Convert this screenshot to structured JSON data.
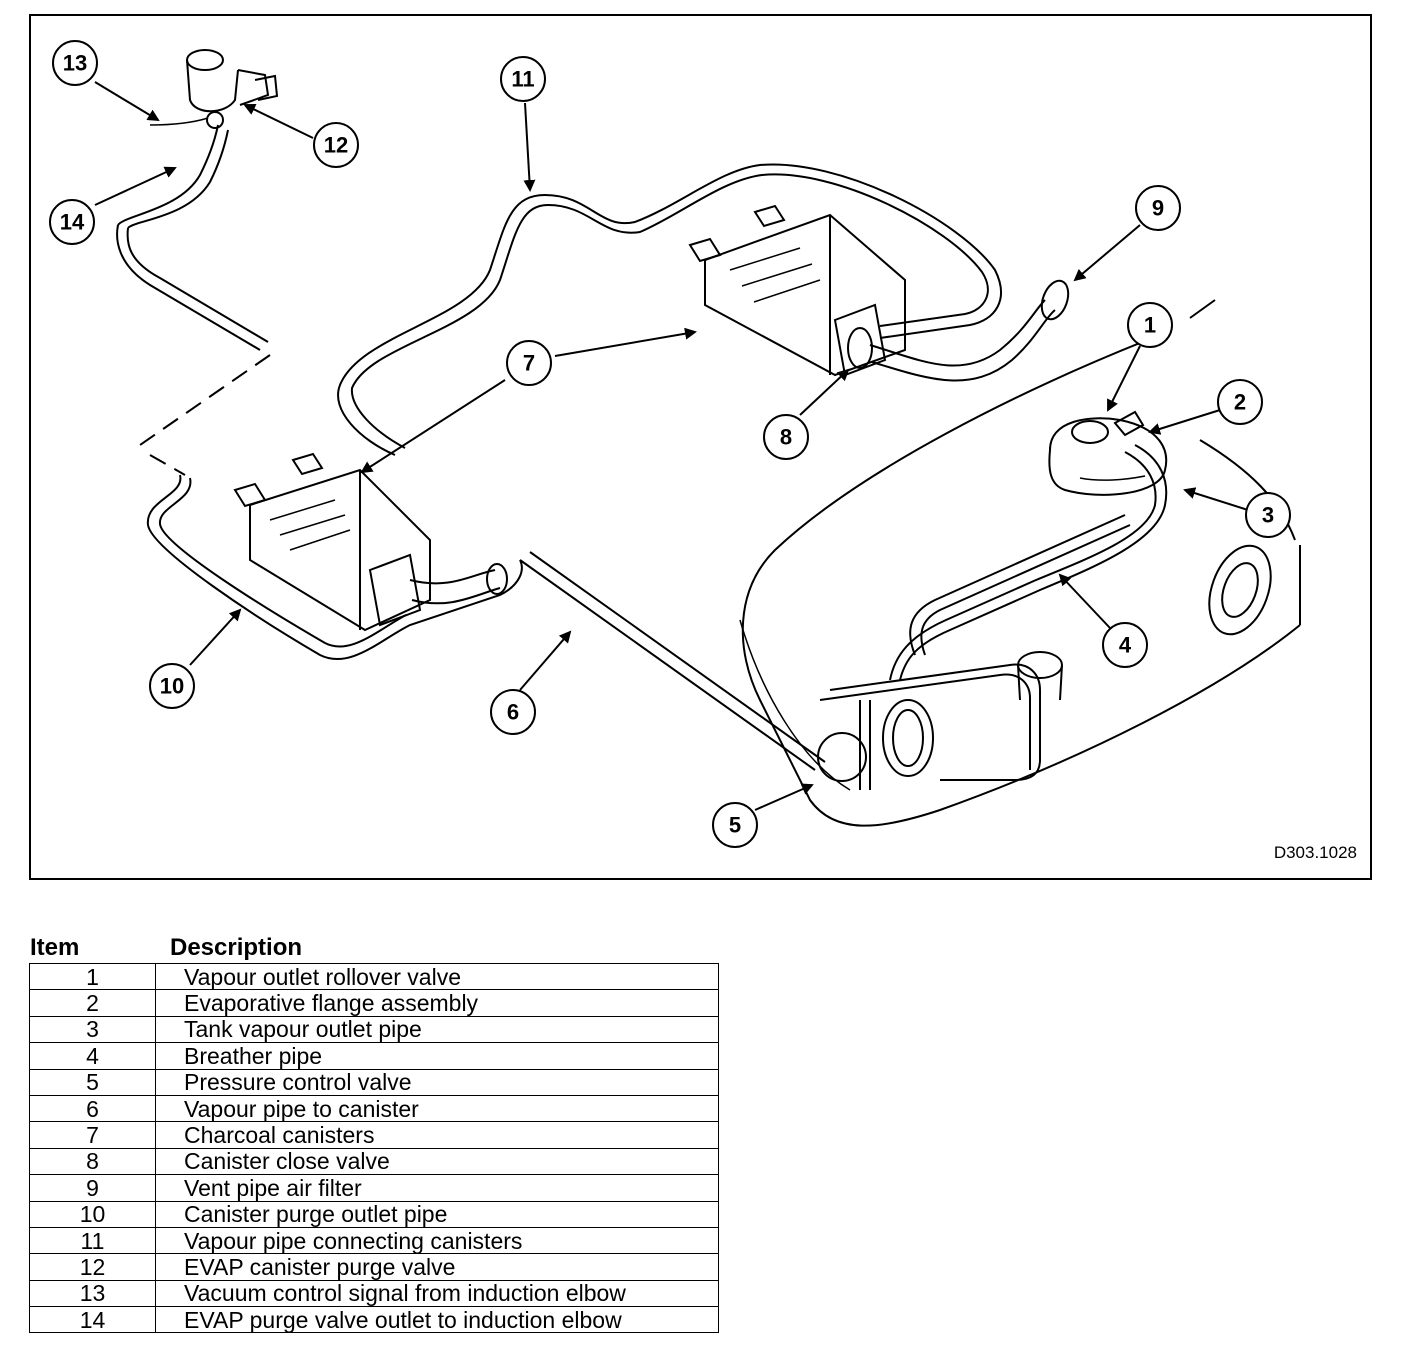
{
  "diagram": {
    "reference_code": "D303.1028",
    "callouts": [
      "1",
      "2",
      "3",
      "4",
      "5",
      "6",
      "7",
      "8",
      "9",
      "10",
      "11",
      "12",
      "13",
      "14"
    ]
  },
  "legend": {
    "item_header": "Item",
    "description_header": "Description",
    "rows": [
      {
        "item": "1",
        "description": "Vapour outlet rollover valve"
      },
      {
        "item": "2",
        "description": "Evaporative flange assembly"
      },
      {
        "item": "3",
        "description": "Tank vapour outlet pipe"
      },
      {
        "item": "4",
        "description": "Breather pipe"
      },
      {
        "item": "5",
        "description": "Pressure control valve"
      },
      {
        "item": "6",
        "description": "Vapour pipe to canister"
      },
      {
        "item": "7",
        "description": "Charcoal canisters"
      },
      {
        "item": "8",
        "description": "Canister close valve"
      },
      {
        "item": "9",
        "description": "Vent pipe air filter"
      },
      {
        "item": "10",
        "description": "Canister purge outlet pipe"
      },
      {
        "item": "11",
        "description": "Vapour pipe connecting canisters"
      },
      {
        "item": "12",
        "description": "EVAP canister purge valve"
      },
      {
        "item": "13",
        "description": "Vacuum control signal from induction elbow"
      },
      {
        "item": "14",
        "description": "EVAP purge valve outlet to induction elbow"
      }
    ]
  }
}
